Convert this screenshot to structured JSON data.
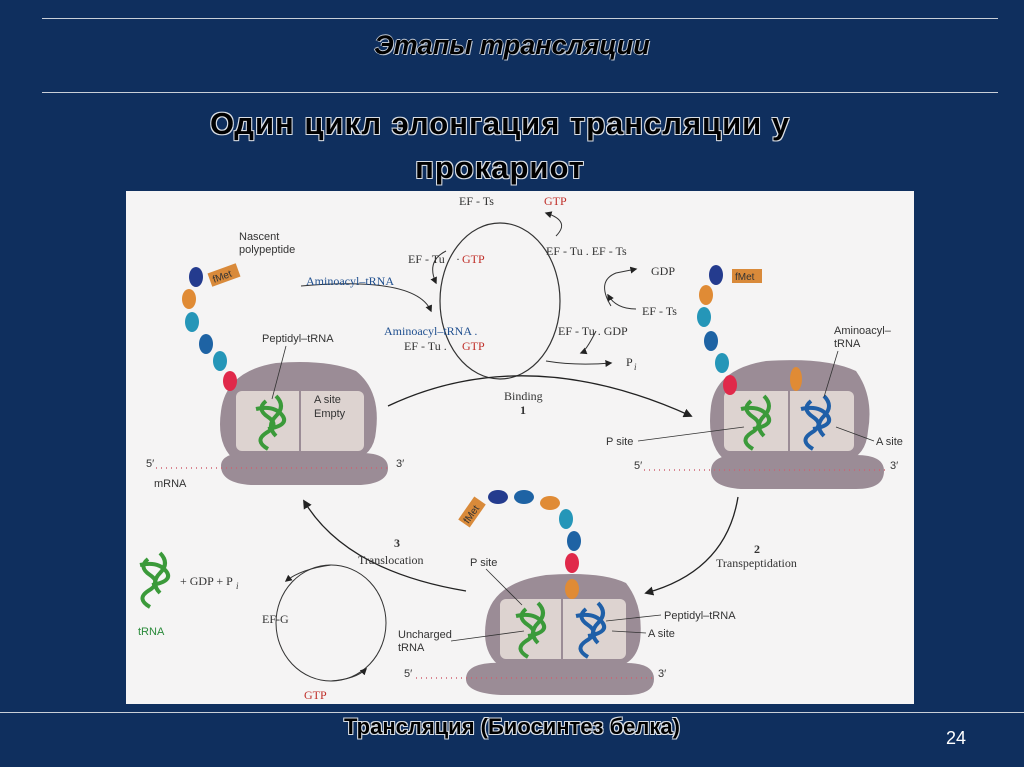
{
  "slide": {
    "section_title": "Этапы трансляции",
    "main_title_line1": "Один  цикл  элонгация трансляции у",
    "main_title_line2": "прокариот",
    "footer_title": "Трансляция (Биосинтез белка)",
    "page_number": "24"
  },
  "diagram": {
    "ef_ts_top": "EF - Ts",
    "gtp_top": "GTP",
    "ef_tu_gtp_left": "EF - Tu",
    "ef_tu_gtp_left_gtp": "GTP",
    "ef_tu_ef_ts": "EF - Tu . EF - Ts",
    "gdp": "GDP",
    "ef_ts_right": "EF - Ts",
    "aminoacyl_trna": "Aminoacyl–tRNA",
    "aminoacyl_complex_line1": "Aminoacyl–tRNA .",
    "aminoacyl_complex_line2_a": "EF - Tu .",
    "aminoacyl_complex_line2_b": "GTP",
    "ef_tu_gdp": "EF - Tu . GDP",
    "pi_top": "P",
    "pi_sub": "i",
    "binding": "Binding",
    "binding_num": "1",
    "nascent_line1": "Nascent",
    "nascent_line2": "polypeptide",
    "fmet": "fMet",
    "peptidyl_trna": "Peptidyl–tRNA",
    "a_site_empty_line1": "A site",
    "a_site_empty_line2": "Empty",
    "five_prime": "5′",
    "three_prime": "3′",
    "mrna": "mRNA",
    "aminoacyl_trna_right_line1": "Aminoacyl–",
    "aminoacyl_trna_right_line2": "tRNA",
    "p_site": "P site",
    "a_site": "A site",
    "transpeptidation_num": "2",
    "transpeptidation": "Transpeptidation",
    "translocation_num": "3",
    "translocation": "Translocation",
    "gdp_pi": "+ GDP + P",
    "gdp_pi_sub": "i",
    "trna": "tRNA",
    "ef_g": "EF-G",
    "gtp_bottom": "GTP",
    "uncharged_line1": "Uncharged",
    "uncharged_line2": "tRNA"
  },
  "colors": {
    "background": "#0f2f5e",
    "diagram_bg": "#f5f4f4",
    "ribosome": "#9b8c96",
    "ribosome_inner": "#ddd3d0",
    "trna_green": "#3b9a3a",
    "trna_blue": "#1f5fa8",
    "fmet": "#d98a3a",
    "gtp_red": "#c0302a"
  }
}
